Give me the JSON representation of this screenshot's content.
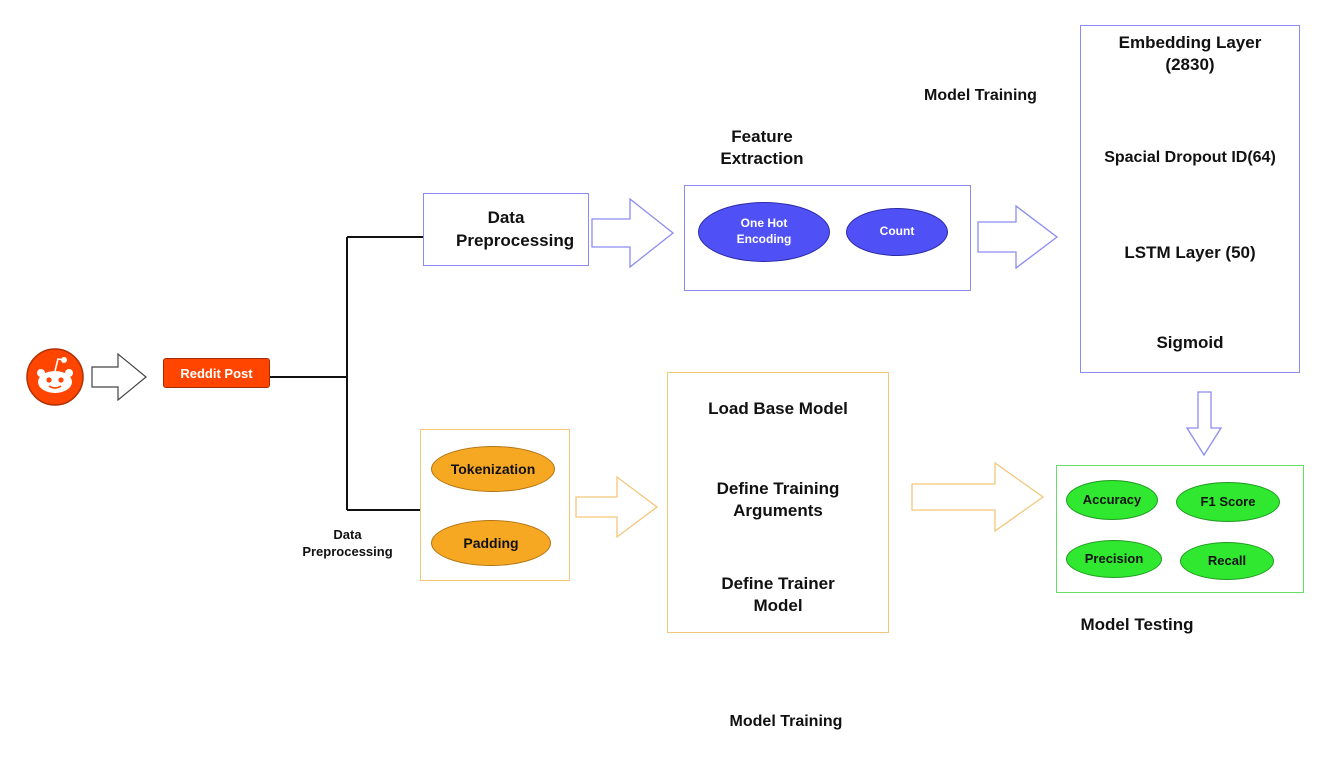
{
  "reddit_post": "Reddit Post",
  "top_branch": {
    "preprocessing_title": "Data Preprocessing",
    "feature_extraction_title": "Feature Extraction",
    "feature_ovals": [
      "One Hot Encoding",
      "Count"
    ],
    "model_training_label": "Model Training",
    "lstm_layers": [
      "Embedding Layer (2830)",
      "Spacial Dropout ID(64)",
      "LSTM Layer (50)",
      "Sigmoid"
    ]
  },
  "bottom_branch": {
    "preprocessing_label": "Data Preprocessing",
    "preprocessing_ovals": [
      "Tokenization",
      "Padding"
    ],
    "training_steps": [
      "Load Base Model",
      "Define Training Arguments",
      "Define Trainer Model"
    ],
    "model_training_label": "Model Training"
  },
  "testing": {
    "metrics": [
      "Accuracy",
      "F1 Score",
      "Precision",
      "Recall"
    ],
    "label": "Model Testing"
  },
  "colors": {
    "reddit_orange": "#ff4500",
    "blue_accent": "#5050f7",
    "gold_accent": "#f7a823",
    "green_accent": "#2fe82f"
  }
}
